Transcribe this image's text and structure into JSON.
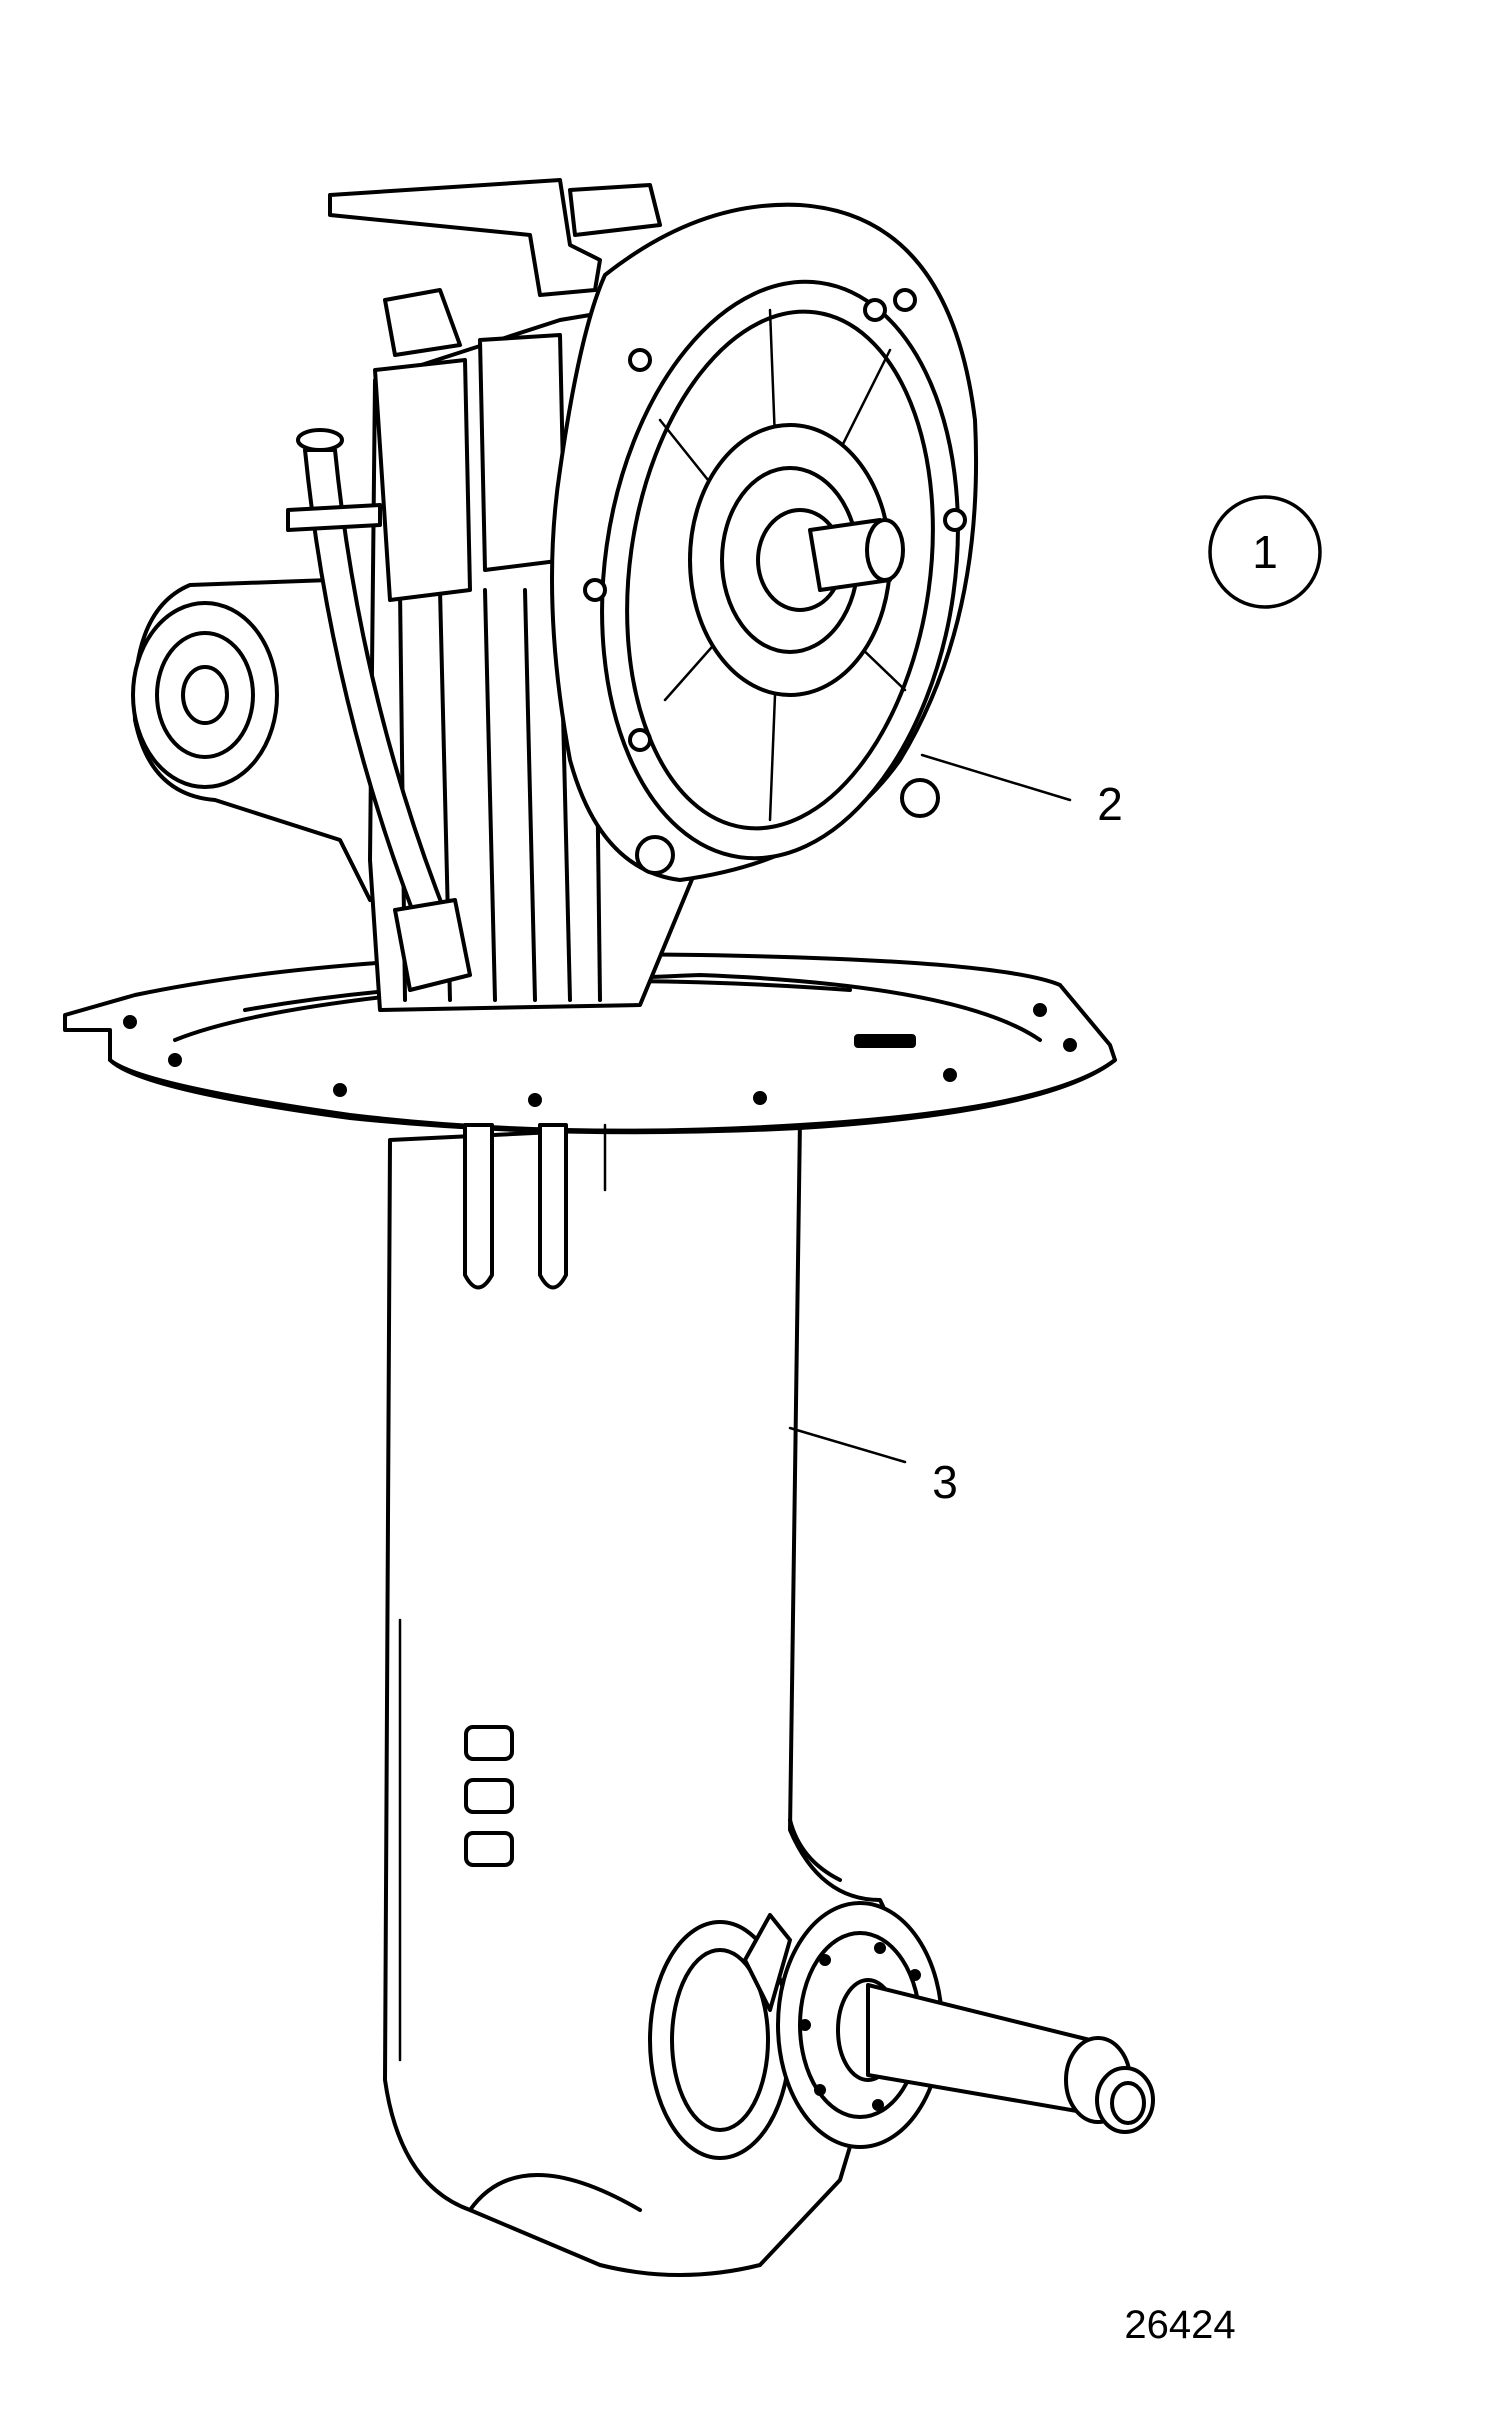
{
  "callouts": [
    {
      "id": "1",
      "label": "1"
    },
    {
      "id": "2",
      "label": "2"
    },
    {
      "id": "3",
      "label": "3"
    }
  ],
  "figure_number": "26424"
}
